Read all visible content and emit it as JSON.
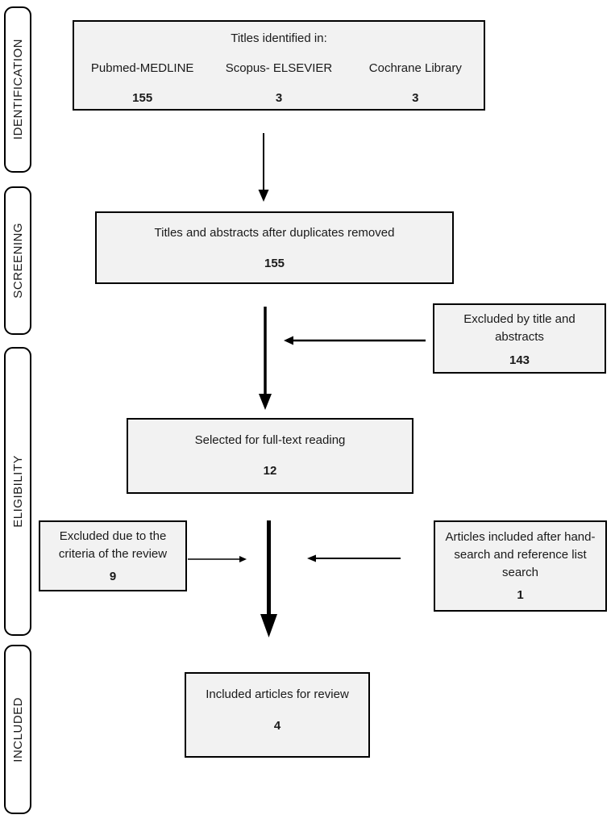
{
  "diagram": {
    "stages": [
      {
        "label": "IDENTIFICATION"
      },
      {
        "label": "SCREENING"
      },
      {
        "label": "ELIGIBILITY"
      },
      {
        "label": "INCLUDED"
      }
    ],
    "identified": {
      "title": "Titles identified in:",
      "sources": [
        {
          "name": "Pubmed-MEDLINE",
          "count": "155"
        },
        {
          "name": "Scopus- ELSEVIER",
          "count": "3"
        },
        {
          "name": "Cochrane Library",
          "count": "3"
        }
      ]
    },
    "duplicates_removed": {
      "label": "Titles and abstracts after duplicates removed",
      "count": "155"
    },
    "excluded_title_abstracts": {
      "label": "Excluded by title and abstracts",
      "count": "143"
    },
    "full_text": {
      "label": "Selected for full-text reading",
      "count": "12"
    },
    "excluded_criteria": {
      "label": "Excluded due to the criteria of the review",
      "count": "9"
    },
    "hand_search": {
      "label": "Articles included after hand-search and reference list search",
      "count": "1"
    },
    "included": {
      "label": "Included articles for review",
      "count": "4"
    },
    "colors": {
      "box_fill": "#f2f2f2",
      "box_border": "#000000",
      "background": "#ffffff",
      "text": "#1a1a1a"
    }
  }
}
